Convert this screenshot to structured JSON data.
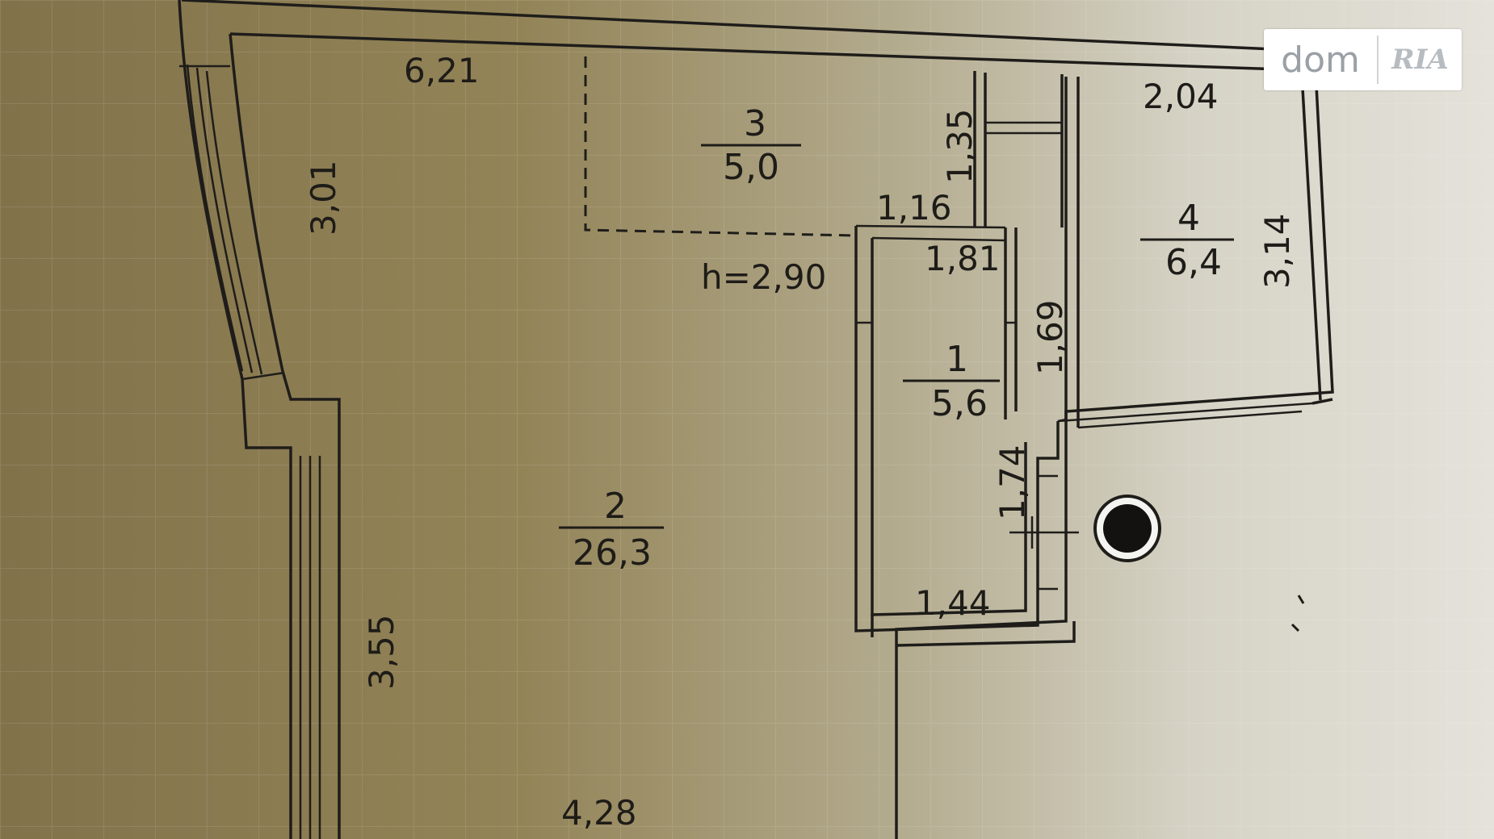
{
  "logo": {
    "brand": "dom",
    "brand2": "RIA"
  },
  "rooms": [
    {
      "number": "1",
      "area": "5,6"
    },
    {
      "number": "2",
      "area": "26,3"
    },
    {
      "number": "3",
      "area": "5,0"
    },
    {
      "number": "4",
      "area": "6,4"
    }
  ],
  "dimensions": {
    "d621": "6,21",
    "d301": "3,01",
    "d355": "3,55",
    "d428": "4,28",
    "d135": "1,35",
    "d116": "1,16",
    "d181": "1,81",
    "d169": "1,69",
    "d174": "1,74",
    "d144": "1,44",
    "d204": "2,04",
    "d314": "3,14"
  },
  "height_label": "h=2,90",
  "colors": {
    "paper_left": "#8a7a52",
    "paper_right": "#e2e0d6",
    "ink": "#1e1c18"
  }
}
